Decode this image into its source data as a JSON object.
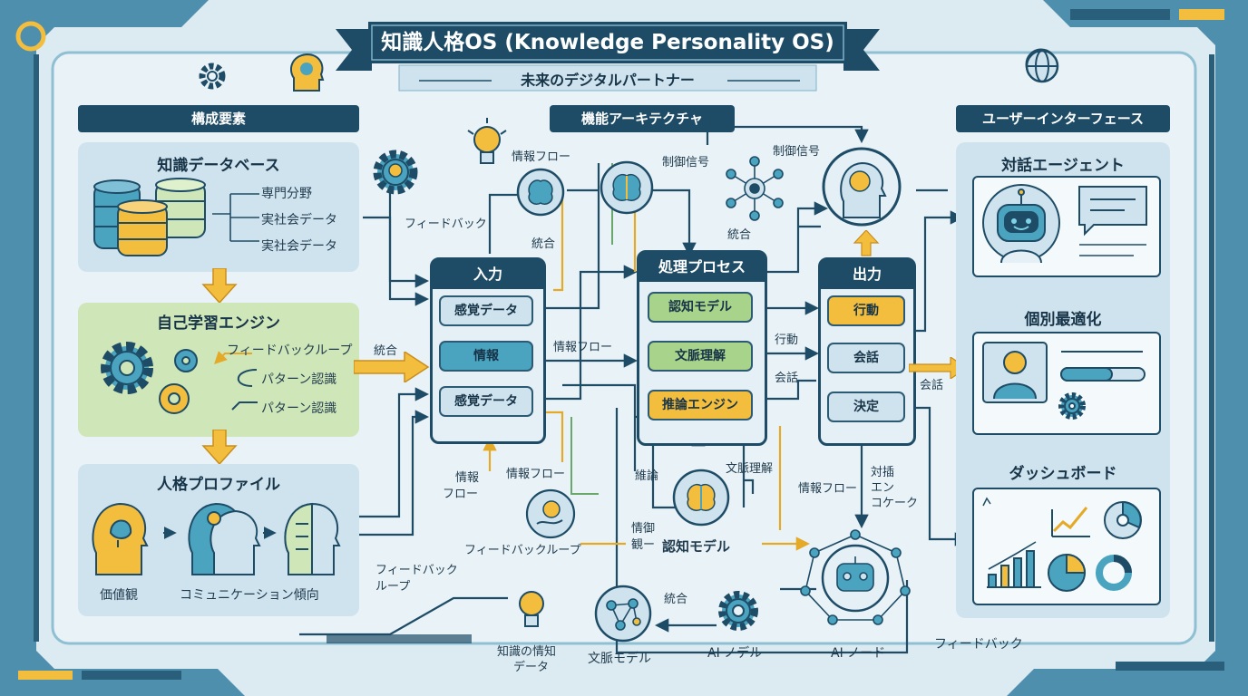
{
  "banner": {
    "title": "知識人格OS (Knowledge Personality OS)",
    "subtitle": "未来のデジタルパートナー"
  },
  "left": {
    "header": "構成要素",
    "kb": {
      "title": "知識データベース",
      "items": [
        "専門分野",
        "実社会データ",
        "実社会データ"
      ]
    },
    "learn": {
      "title": "自己学習エンジン",
      "items": [
        "フィードバックループ",
        "パターン認識",
        "パターン認識"
      ]
    },
    "persona": {
      "title": "人格プロファイル",
      "labels": [
        "価値観",
        "コミュニケーション傾向"
      ]
    }
  },
  "middle": {
    "header": "機能アーキテクチャ",
    "input": {
      "title": "入力",
      "items": [
        "感覚データ",
        "情報",
        "感覚データ"
      ]
    },
    "process": {
      "title": "処理プロセス",
      "items": [
        "認知モデル",
        "文脈理解",
        "推論エンジン"
      ]
    },
    "output": {
      "title": "出力",
      "items": [
        "行動",
        "会話",
        "決定"
      ]
    },
    "labels": {
      "info_flow_top": "情報フロー",
      "control1": "制御信号",
      "control2": "制御信号",
      "feedback": "フィードバック",
      "integrate1": "統合",
      "integrate2": "統合",
      "integrate_left": "統合",
      "info_flow_mid": "情報フロー",
      "action": "行動",
      "conversation": "会話",
      "conversation_right": "会話",
      "info_flow_low_a": "情報",
      "info_flow_low_b": "フロー",
      "info_flow_low2": "情報フロー",
      "reasoning": "維論",
      "context_understanding": "文脈理解",
      "info_flow_right": "情報フロー",
      "comm_a": "対插",
      "comm_b": "エン",
      "comm_c": "コケーク",
      "feedback_loop": "フィードバックループ",
      "info_view_a": "情御",
      "info_view_b": "観ー",
      "cognitive_model": "認知モデル",
      "feedback_loop2_a": "フィードバック",
      "feedback_loop2_b": "ループ",
      "integrate3": "統合",
      "knowledge_info_a": "知識の情知",
      "knowledge_info_b": "データ",
      "context_model": "文脈モデル",
      "ai_model": "AI ノデル",
      "ai_node": "AI ノード",
      "feedback_bottom": "フィードバック"
    }
  },
  "right": {
    "header": "ユーザーインターフェース",
    "agent_title": "対話エージェント",
    "personal_title": "個別最適化",
    "dashboard_title": "ダッシュボード"
  },
  "colors": {
    "navy": "#1e4c66",
    "teal": "#4aa3bf",
    "yellow": "#f3bd3d",
    "green": "#cfe6b8",
    "blue_panel": "#cfe3ee",
    "bg": "#dcebf1"
  }
}
